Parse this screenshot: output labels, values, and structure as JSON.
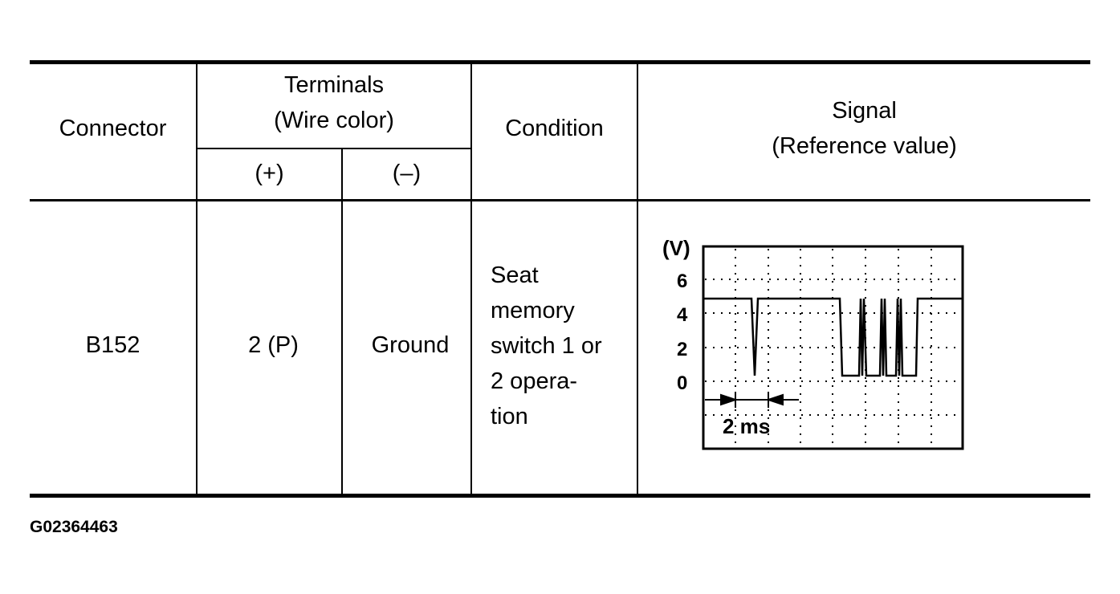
{
  "table": {
    "headers": {
      "connector": "Connector",
      "terminals_line1": "Terminals",
      "terminals_line2": "(Wire color)",
      "terminal_plus": "(+)",
      "terminal_minus": "(–)",
      "condition": "Condition",
      "signal_line1": "Signal",
      "signal_line2": "(Reference value)"
    },
    "rows": [
      {
        "connector": "B152",
        "terminal_plus": "2 (P)",
        "terminal_minus": "Ground",
        "condition_lines": [
          "Seat",
          "memory",
          "switch 1 or",
          "2 opera-",
          "tion"
        ]
      }
    ]
  },
  "signal_graph": {
    "y_unit": "(V)",
    "y_ticks": [
      "6",
      "4",
      "2",
      "0"
    ],
    "time_scale": "2 ms"
  },
  "figure_id": "G02364463"
}
